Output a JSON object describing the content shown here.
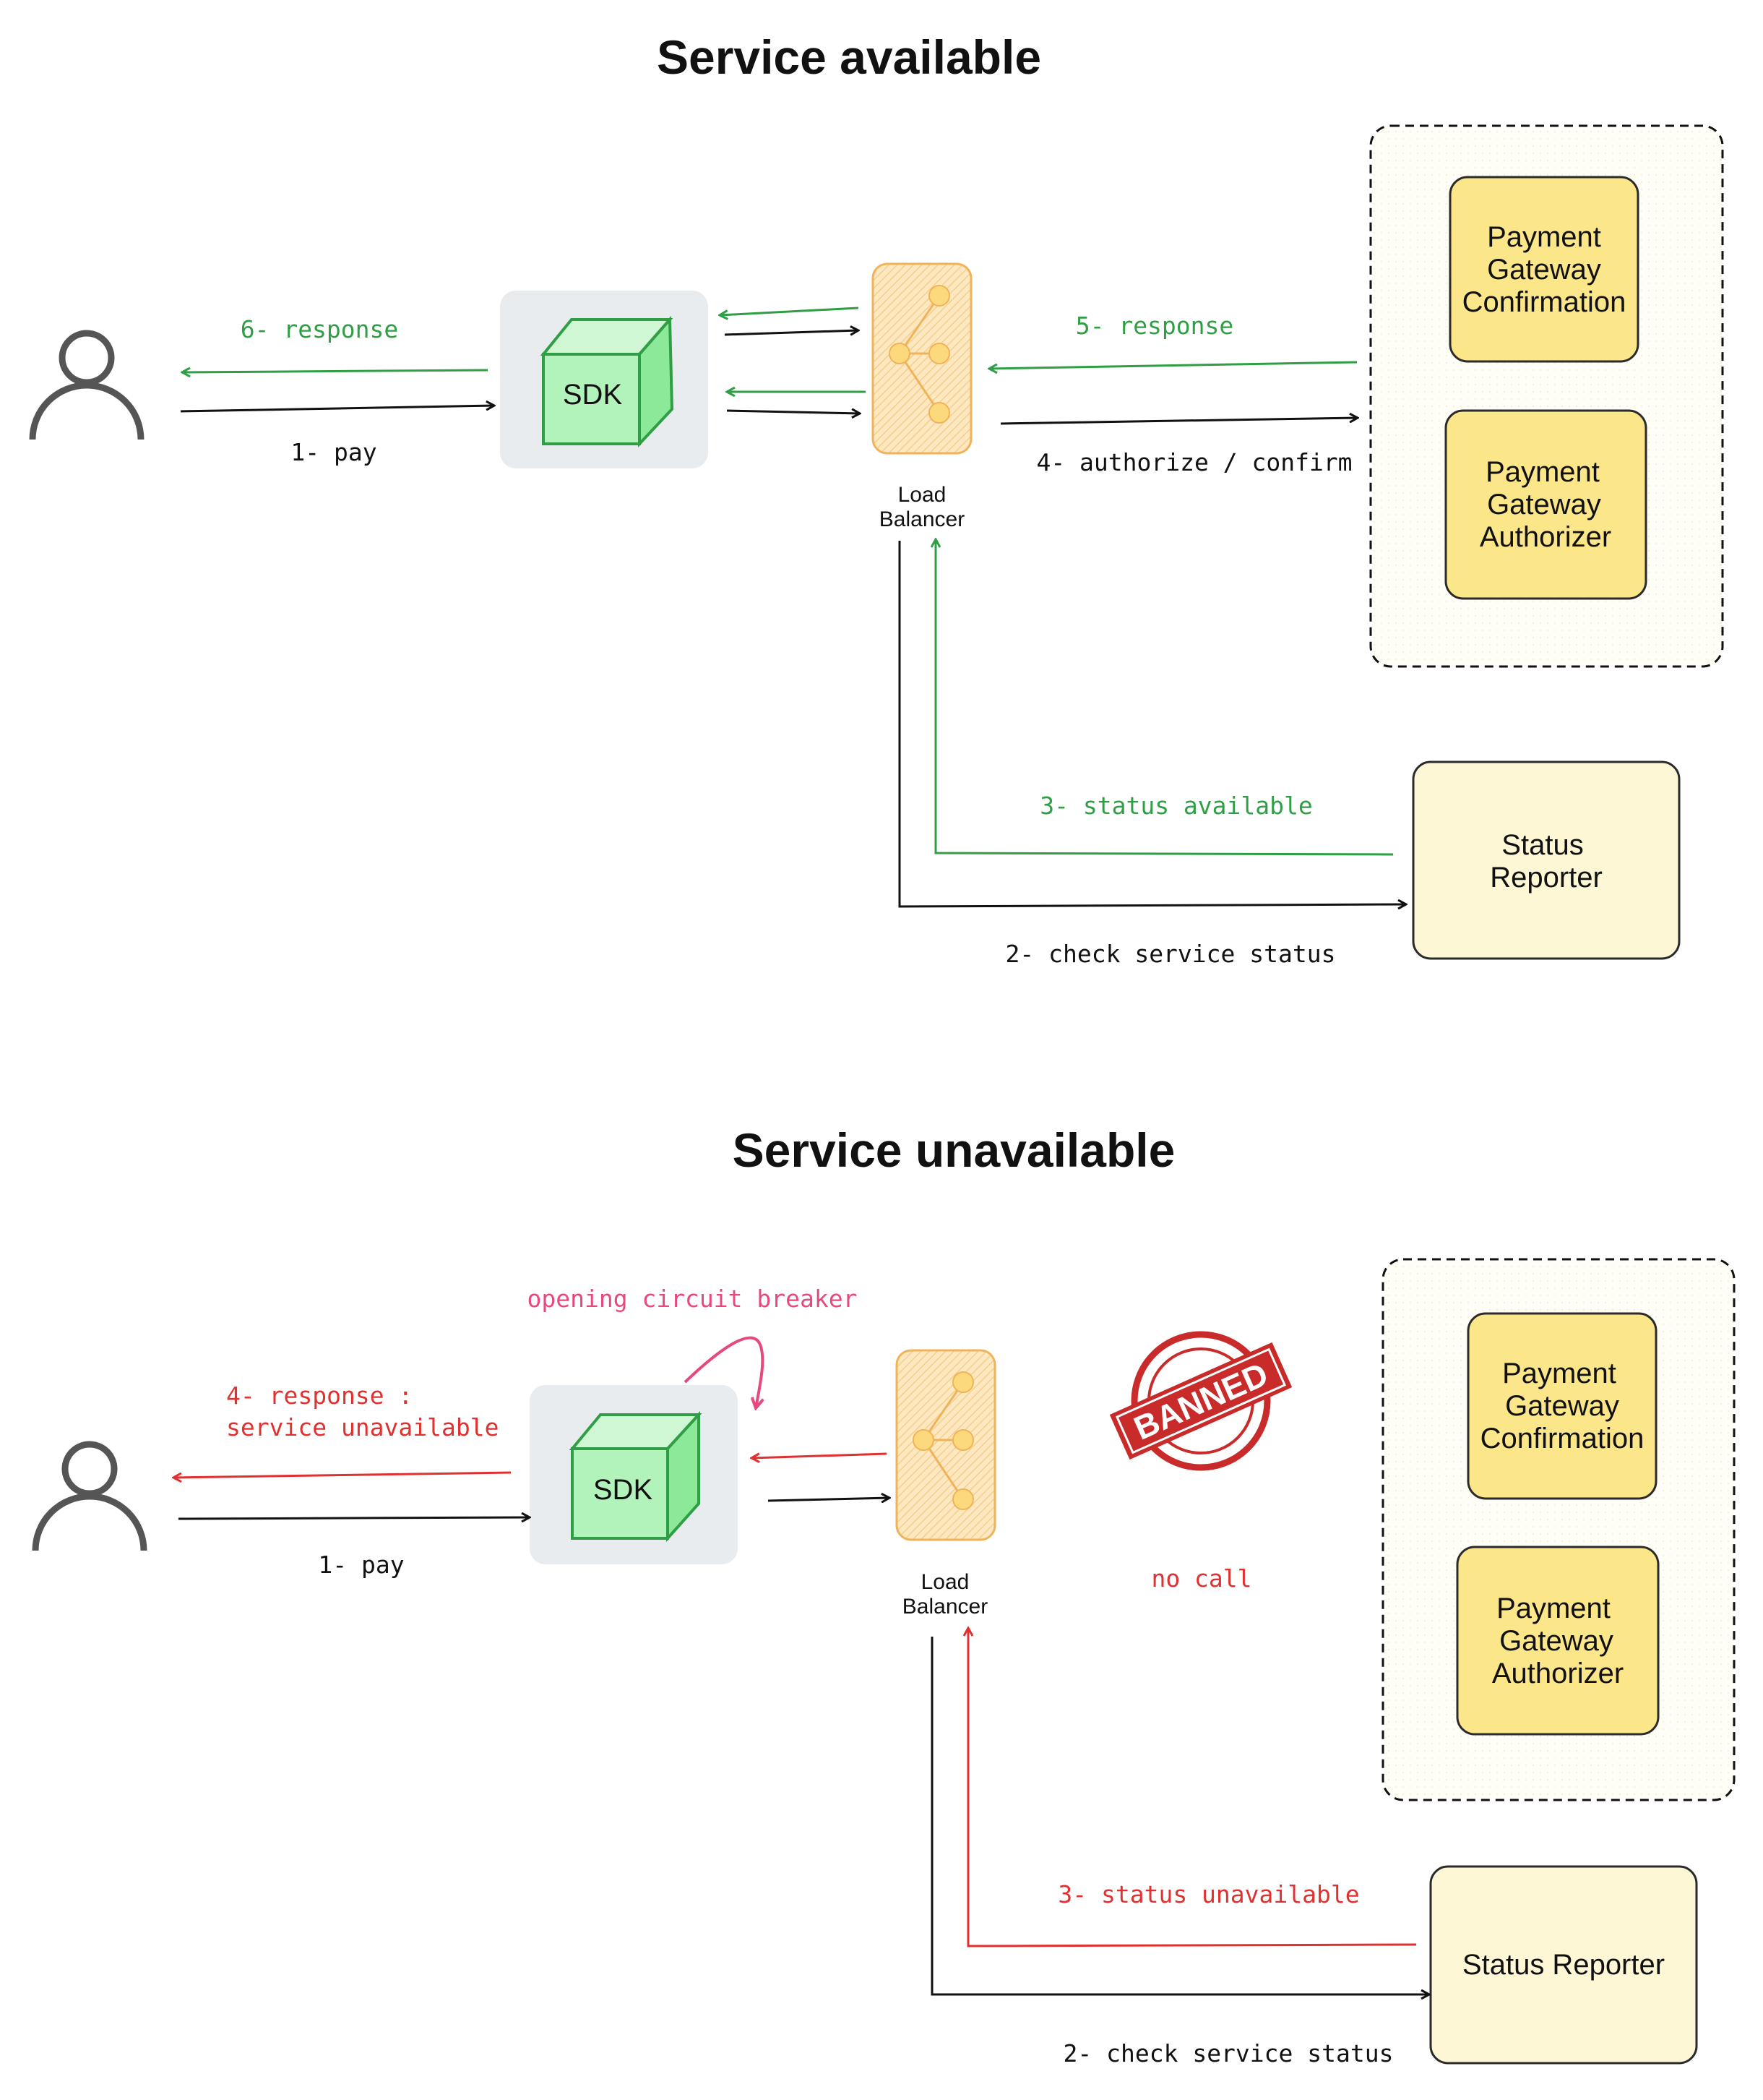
{
  "colors": {
    "black": "#111111",
    "green": "#2f9e44",
    "red": "#e03131",
    "pink": "#e64980",
    "stamp_red": "#c92a2a",
    "box_yellow": "#fce68a",
    "box_yellow_border": "#2b2b2b",
    "reporter_bg": "#fdf7d6",
    "lb_fill": "#fde8c2",
    "lb_border": "#f0b35a",
    "sdk_bg": "#e8ecef",
    "cube_fill": "#b2f2bb",
    "cube_stroke": "#2f9e44"
  },
  "icons": [
    "user-icon",
    "cube-icon",
    "load-balancer-icon",
    "banned-stamp-icon"
  ],
  "available": {
    "title": "Service available",
    "sdk_label": "SDK",
    "lb_label_line1": "Load",
    "lb_label_line2": "Balancer",
    "confirmation_lines": [
      "Payment",
      "Gateway",
      "Confirmation"
    ],
    "authorizer_lines": [
      "Payment",
      "Gateway",
      "Authorizer"
    ],
    "reporter_lines": [
      "Status",
      "Reporter"
    ],
    "steps": {
      "pay": "1- pay",
      "check": "2- check service status",
      "status": "3- status available",
      "authorize": "4- authorize / confirm",
      "response5": "5- response",
      "response6": "6- response"
    }
  },
  "unavailable": {
    "title": "Service unavailable",
    "sdk_label": "SDK",
    "lb_label_line1": "Load",
    "lb_label_line2": "Balancer",
    "confirmation_lines": [
      "Payment",
      "Gateway",
      "Confirmation"
    ],
    "authorizer_lines": [
      "Payment",
      "Gateway",
      "Authorizer"
    ],
    "reporter_label": "Status Reporter",
    "circuit_note": "opening circuit breaker",
    "stamp_text": "BANNED",
    "no_call": "no call",
    "steps": {
      "pay": "1- pay",
      "check": "2- check service status",
      "status": "3- status unavailable",
      "response_line1": "4- response :",
      "response_line2": "service unavailable"
    }
  }
}
